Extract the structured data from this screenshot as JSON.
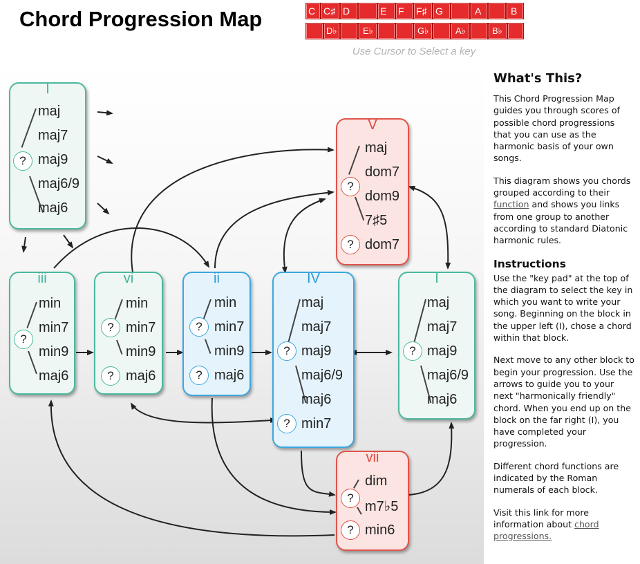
{
  "page": {
    "title": "Chord Progression Map"
  },
  "keypad": {
    "top_row": [
      "C",
      "C♯",
      "D",
      "",
      "E",
      "F",
      "F♯",
      "G",
      "",
      "A",
      "",
      "B"
    ],
    "bottom_row": [
      "",
      "D♭",
      "",
      "E♭",
      "",
      "",
      "G♭",
      "",
      "A♭",
      "",
      "B♭",
      ""
    ],
    "hint": "Use Cursor to Select a key"
  },
  "blocks": {
    "I_start": {
      "numeral": "I",
      "chords": [
        "maj",
        "maj7",
        "maj9",
        "maj6/9",
        "maj6"
      ],
      "q": "?"
    },
    "iii": {
      "numeral": "iii",
      "chords": [
        "min",
        "min7",
        "min9",
        "maj6"
      ],
      "q": "?"
    },
    "vi": {
      "numeral": "vi",
      "chords": [
        "min",
        "min7",
        "min9",
        "maj6"
      ],
      "q": [
        "?",
        "?"
      ]
    },
    "ii": {
      "numeral": "ii",
      "chords": [
        "min",
        "min7",
        "min9",
        "maj6"
      ],
      "q": [
        "?",
        "?"
      ]
    },
    "IV": {
      "numeral": "IV",
      "chords": [
        "maj",
        "maj7",
        "maj9",
        "maj6/9",
        "maj6",
        "min7"
      ],
      "q": [
        "?",
        "?"
      ]
    },
    "I_end": {
      "numeral": "I",
      "chords": [
        "maj",
        "maj7",
        "maj9",
        "maj6/9",
        "maj6"
      ],
      "q": "?"
    },
    "V": {
      "numeral": "V",
      "chords": [
        "maj",
        "dom7",
        "dom9",
        "7♯5",
        "dom7"
      ],
      "q": [
        "?",
        "?"
      ]
    },
    "vii": {
      "numeral": "vii",
      "chords": [
        "dim",
        "m7♭5",
        "min6"
      ],
      "q": [
        "?",
        "?"
      ]
    }
  },
  "sidebar": {
    "heading": "What's This?",
    "p1": "This Chord Progression Map guides you through scores of possible chord progressions that you can use as the harmonic basis of your own songs.",
    "p2_pre": "This diagram shows you chords grouped according to their ",
    "p2_link": "function",
    "p2_post": " and shows you links from one group to another according to standard Diatonic harmonic rules.",
    "instructions_heading": "Instructions",
    "p3": "Use the \"key pad\" at the top of the diagram to select the key in which you want to write your song. Beginning on the block in the upper left (I), chose a chord within that block.",
    "p4": "Next move to any other block to begin your progression. Use the arrows to guide you to your next \"harmonically friendly\" chord. When you end up on the block on the far right (I), you have completed your progression.",
    "p5": "Different chord functions are indicated by the Roman numerals of each block.",
    "p6_pre": "Visit this link for more information about ",
    "p6_link": "chord progressions."
  },
  "colors": {
    "key_red": "#e52b2b",
    "teal": "#4cb89e",
    "blue": "#3ea7de",
    "red": "#e0544a"
  }
}
